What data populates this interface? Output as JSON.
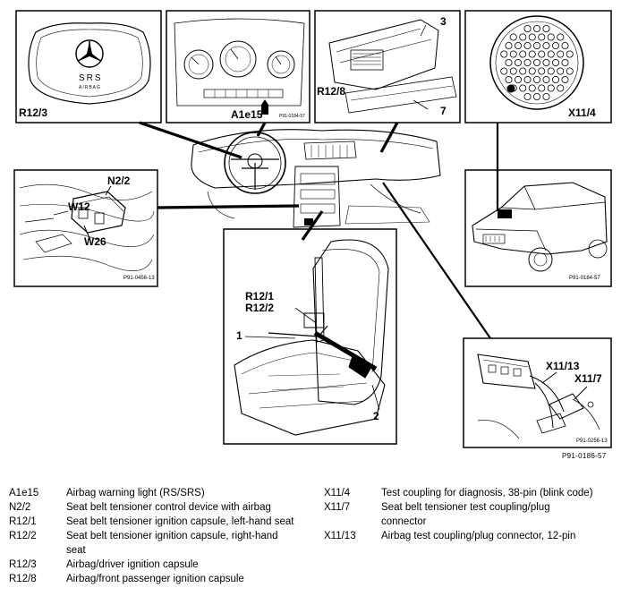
{
  "callouts": {
    "r12_3": "R12/3",
    "a1e15": "A1e15",
    "r12_8": "R12/8",
    "num_3": "3",
    "num_7": "7",
    "x11_4": "X11/4",
    "n2_2": "N2/2",
    "w12": "W12",
    "w26": "W26",
    "r12_1": "R12/1",
    "r12_2": "R12/2",
    "num_1": "1",
    "num_2": "2",
    "x11_13": "X11/13",
    "x11_7": "X11/7"
  },
  "airbag_text": "SRS",
  "airbag_subtext": "AIRBAG",
  "small_refs": {
    "inset_n2": "P91-0456-13",
    "inset_car": "P91-0184-57",
    "inset_conn": "P91-0256-13",
    "inset_cluster": "P91-0184-57"
  },
  "figure_ref": "P91-0186-57",
  "legend_left": [
    {
      "code": "A1e15",
      "desc": "Airbag warning light (RS/SRS)"
    },
    {
      "code": "N2/2",
      "desc": "Seat belt tensioner control device with airbag"
    },
    {
      "code": "R12/1",
      "desc": "Seat belt tensioner ignition capsule, left-hand seat"
    },
    {
      "code": "R12/2",
      "desc": "Seat belt tensioner ignition capsule, right-hand seat"
    },
    {
      "code": "R12/3",
      "desc": "Airbag/driver ignition capsule"
    },
    {
      "code": "R12/8",
      "desc": "Airbag/front passenger ignition capsule"
    }
  ],
  "legend_right": [
    {
      "code": "X11/4",
      "desc": "Test coupling for diagnosis, 38-pin (blink code)"
    },
    {
      "code": "X11/7",
      "desc": "Seat belt tensioner test coupling/plug connector"
    },
    {
      "code": "X11/13",
      "desc": "Airbag test coupling/plug connector, 12-pin"
    }
  ]
}
